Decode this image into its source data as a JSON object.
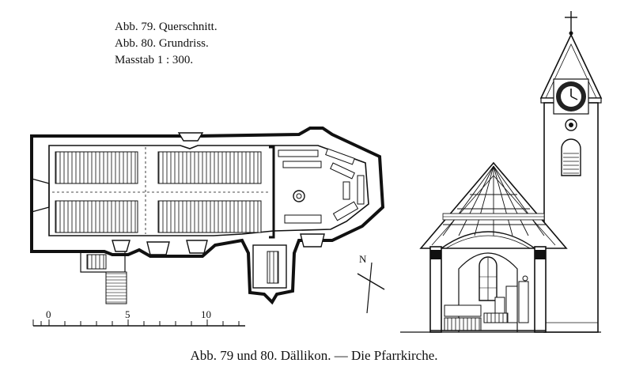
{
  "legend": {
    "line1": "Abb. 79. Querschnitt.",
    "line2": "Abb. 80. Grundriss.",
    "line3": "Masstab 1 : 300."
  },
  "caption": "Abb. 79 und 80. Dällikon. — Die Pfarrkirche.",
  "scale_bar": {
    "ticks": [
      "0",
      "5",
      "10"
    ]
  },
  "north_label": "N",
  "colors": {
    "ink": "#111111",
    "paper": "#ffffff"
  }
}
